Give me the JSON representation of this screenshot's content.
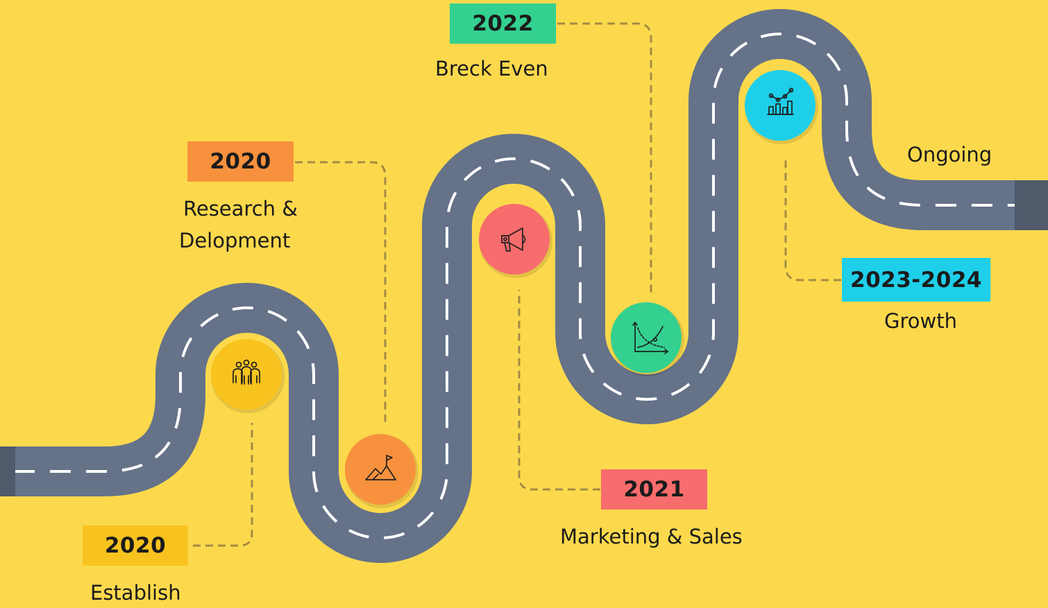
{
  "colors": {
    "background": "#FCD94C",
    "road": "#657288",
    "road_end": "#4F5A6B",
    "road_dash": "#FFFFFF",
    "connector": "#A38B45",
    "icon_stroke": "#1E1E1E"
  },
  "milestones": [
    {
      "key": "establish",
      "year": "2020",
      "label_lines": [
        "Establish"
      ],
      "color": "#F9C31F",
      "icon": "team-icon"
    },
    {
      "key": "research",
      "year": "2020",
      "label_lines": [
        "Research &",
        "Delopment"
      ],
      "color": "#F7913D",
      "icon": "mountain-flag-icon"
    },
    {
      "key": "marketing",
      "year": "2021",
      "label_lines": [
        "Marketing & Sales"
      ],
      "color": "#F76C6C",
      "icon": "megaphone-icon"
    },
    {
      "key": "break-even",
      "year": "2022",
      "label_lines": [
        "Breck Even"
      ],
      "color": "#33D08F",
      "icon": "graph-curve-icon"
    },
    {
      "key": "growth",
      "year": "2023-2024",
      "label_lines": [
        "Growth"
      ],
      "color": "#1ECFEA",
      "icon": "growth-chart-icon"
    }
  ],
  "end_label": "Ongoing"
}
